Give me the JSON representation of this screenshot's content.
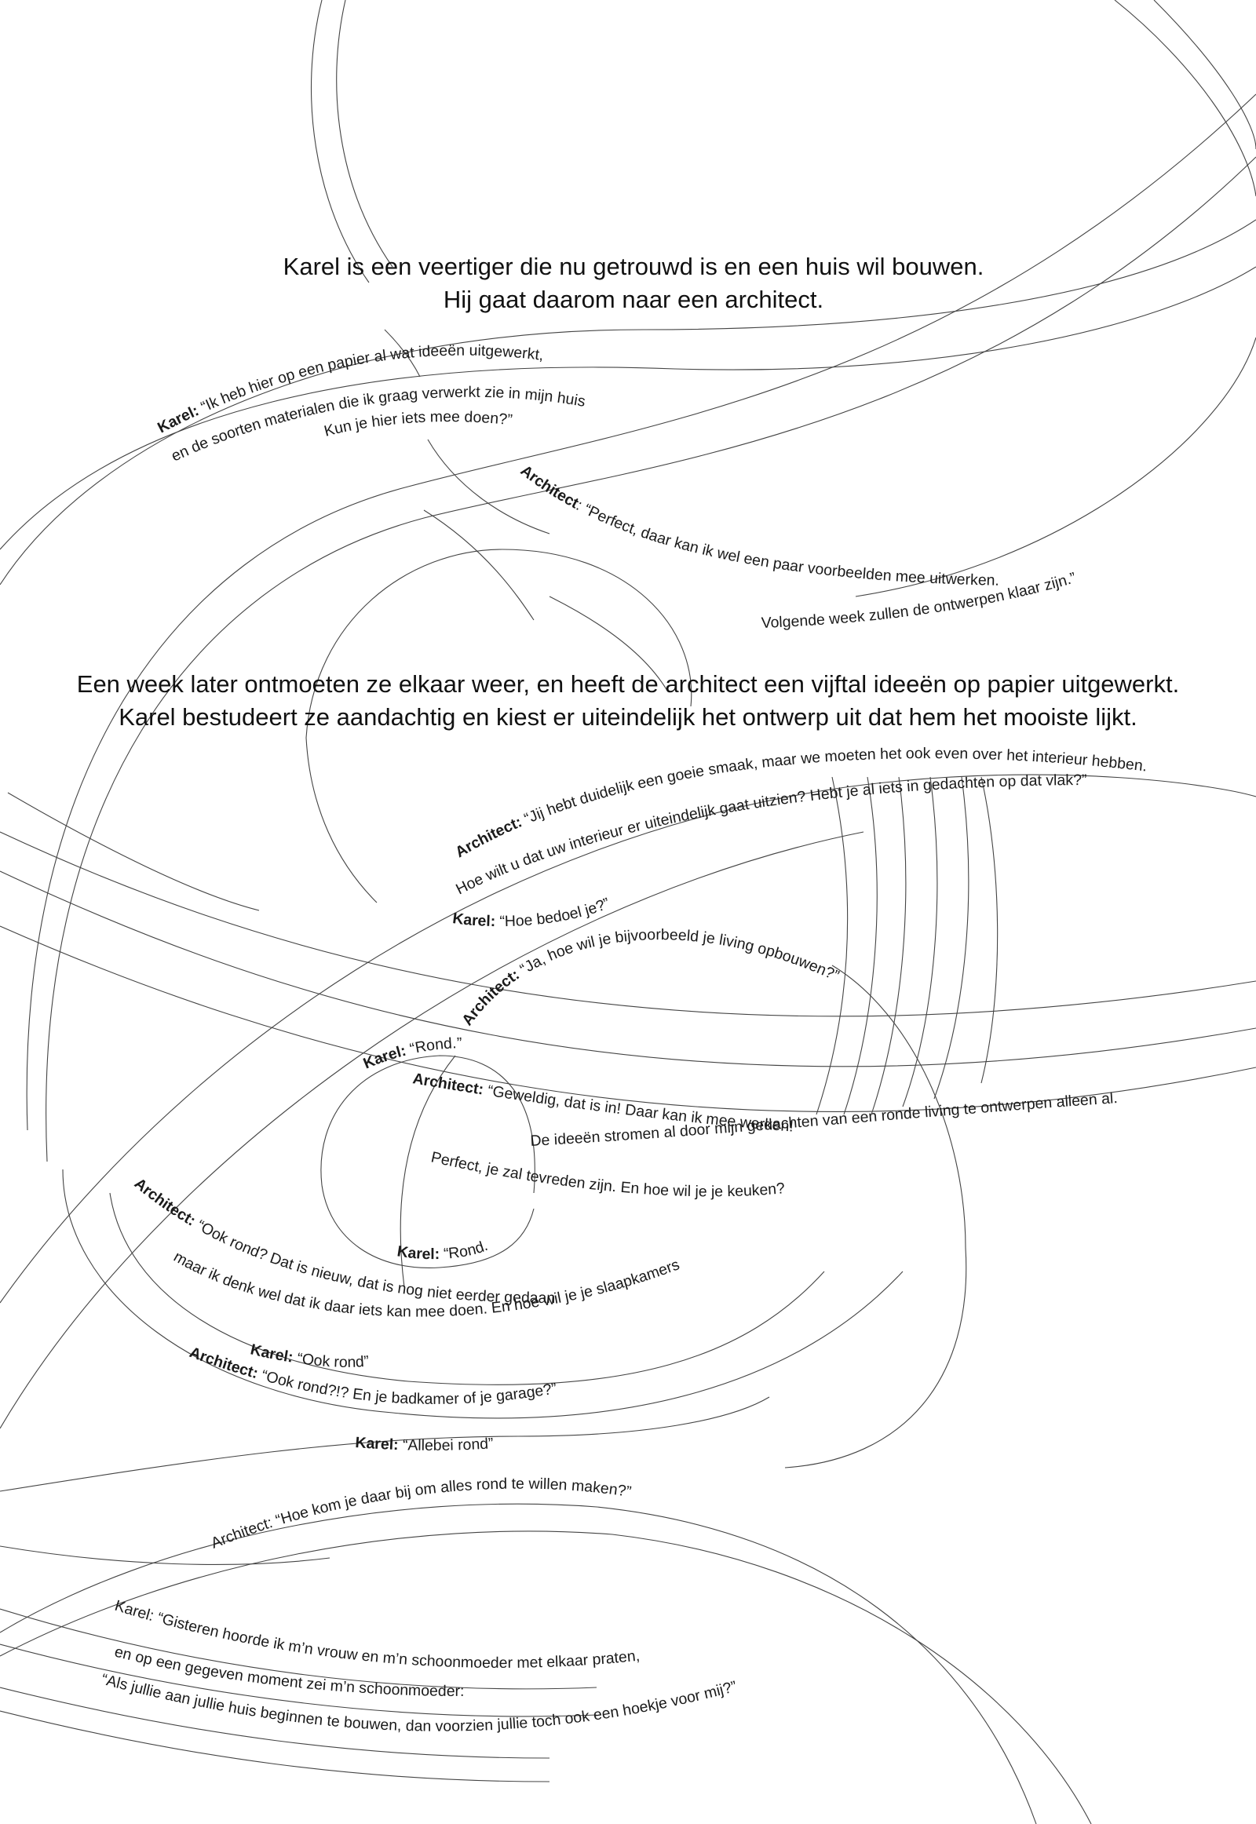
{
  "narration": {
    "intro_line1": "Karel is een veertiger die nu getrouwd is en een huis wil bouwen.",
    "intro_line2": "Hij gaat daarom naar een architect.",
    "week_line1": "Een week later ontmoeten ze elkaar weer, en heeft de architect een vijftal ideeën op papier uitgewerkt.",
    "week_line2": "Karel bestudeert ze aandachtig en kiest er uiteindelijk het ontwerp uit dat hem het mooiste lijkt."
  },
  "dialogue": {
    "d1_speaker": "Karel:",
    "d1_line1": " “Ik heb hier op een papier al wat ideeën uitgewerkt,",
    "d1_line2": "en de soorten materialen die ik graag verwerkt zie in mijn huis",
    "d1_line3": "Kun je hier iets mee doen?”",
    "d2_speaker": "Architect",
    "d2_line1": ": “Perfect, daar kan ik wel een paar voorbeelden mee uitwerken.",
    "d2_line2": "Volgende week zullen de ontwerpen klaar zijn.”",
    "d3_speaker": "Architect:",
    "d3_line1": " “Jij hebt duidelijk een goeie smaak, maar we moeten het ook even over het interieur hebben.",
    "d3_line2": "Hoe wilt u dat uw interieur er uiteindelijk gaat uitzien? Hebt je al iets in gedachten op dat vlak?”",
    "d4_speaker": "Karel:",
    "d4_text": " “Hoe bedoel je?”",
    "d5_speaker": "Architect:",
    "d5_text": " “Ja, hoe wil je bijvoorbeeld je living opbouwen?”",
    "d6_speaker": "Karel:",
    "d6_text": " “Rond.”",
    "d7_speaker": "Architect:",
    "d7_line1": " “Geweldig, dat is in! Daar kan ik mee werken!",
    "d7_line2": "De ideeën stromen al door mijn gedachten van een ronde living te ontwerpen alleen al.",
    "d7_line3": "Perfect, je zal tevreden zijn. En hoe wil je je keuken?”",
    "d8_speaker": "Karel:",
    "d8_text": " “Rond.”",
    "d9_speaker": "Architect:",
    "d9_line1": " “Ook rond? Dat is nieuw, dat is nog niet eerder gedaan,",
    "d9_line2": "maar ik denk wel dat ik daar iets kan mee doen. En hoe wil je je slaapkamers?”",
    "d10_speaker": "Karel:",
    "d10_text": " “Ook rond”",
    "d11_speaker": "Architect:",
    "d11_text": " “Ook rond?!? En je badkamer of je garage?”",
    "d12_speaker": "Karel:",
    "d12_text": " “Allebei rond”",
    "d13_text": "Architect: “Hoe kom je daar bij om alles rond te willen maken?”",
    "d14_line1": "Karel: “Gisteren hoorde ik m’n vrouw en m’n schoonmoeder met elkaar praten,",
    "d14_line2": "en op een gegeven moment zei m’n schoonmoeder:",
    "d14_line3": "“Als jullie aan jullie huis beginnen te bouwen, dan voorzien jullie toch ook een hoekje voor mij?”"
  }
}
